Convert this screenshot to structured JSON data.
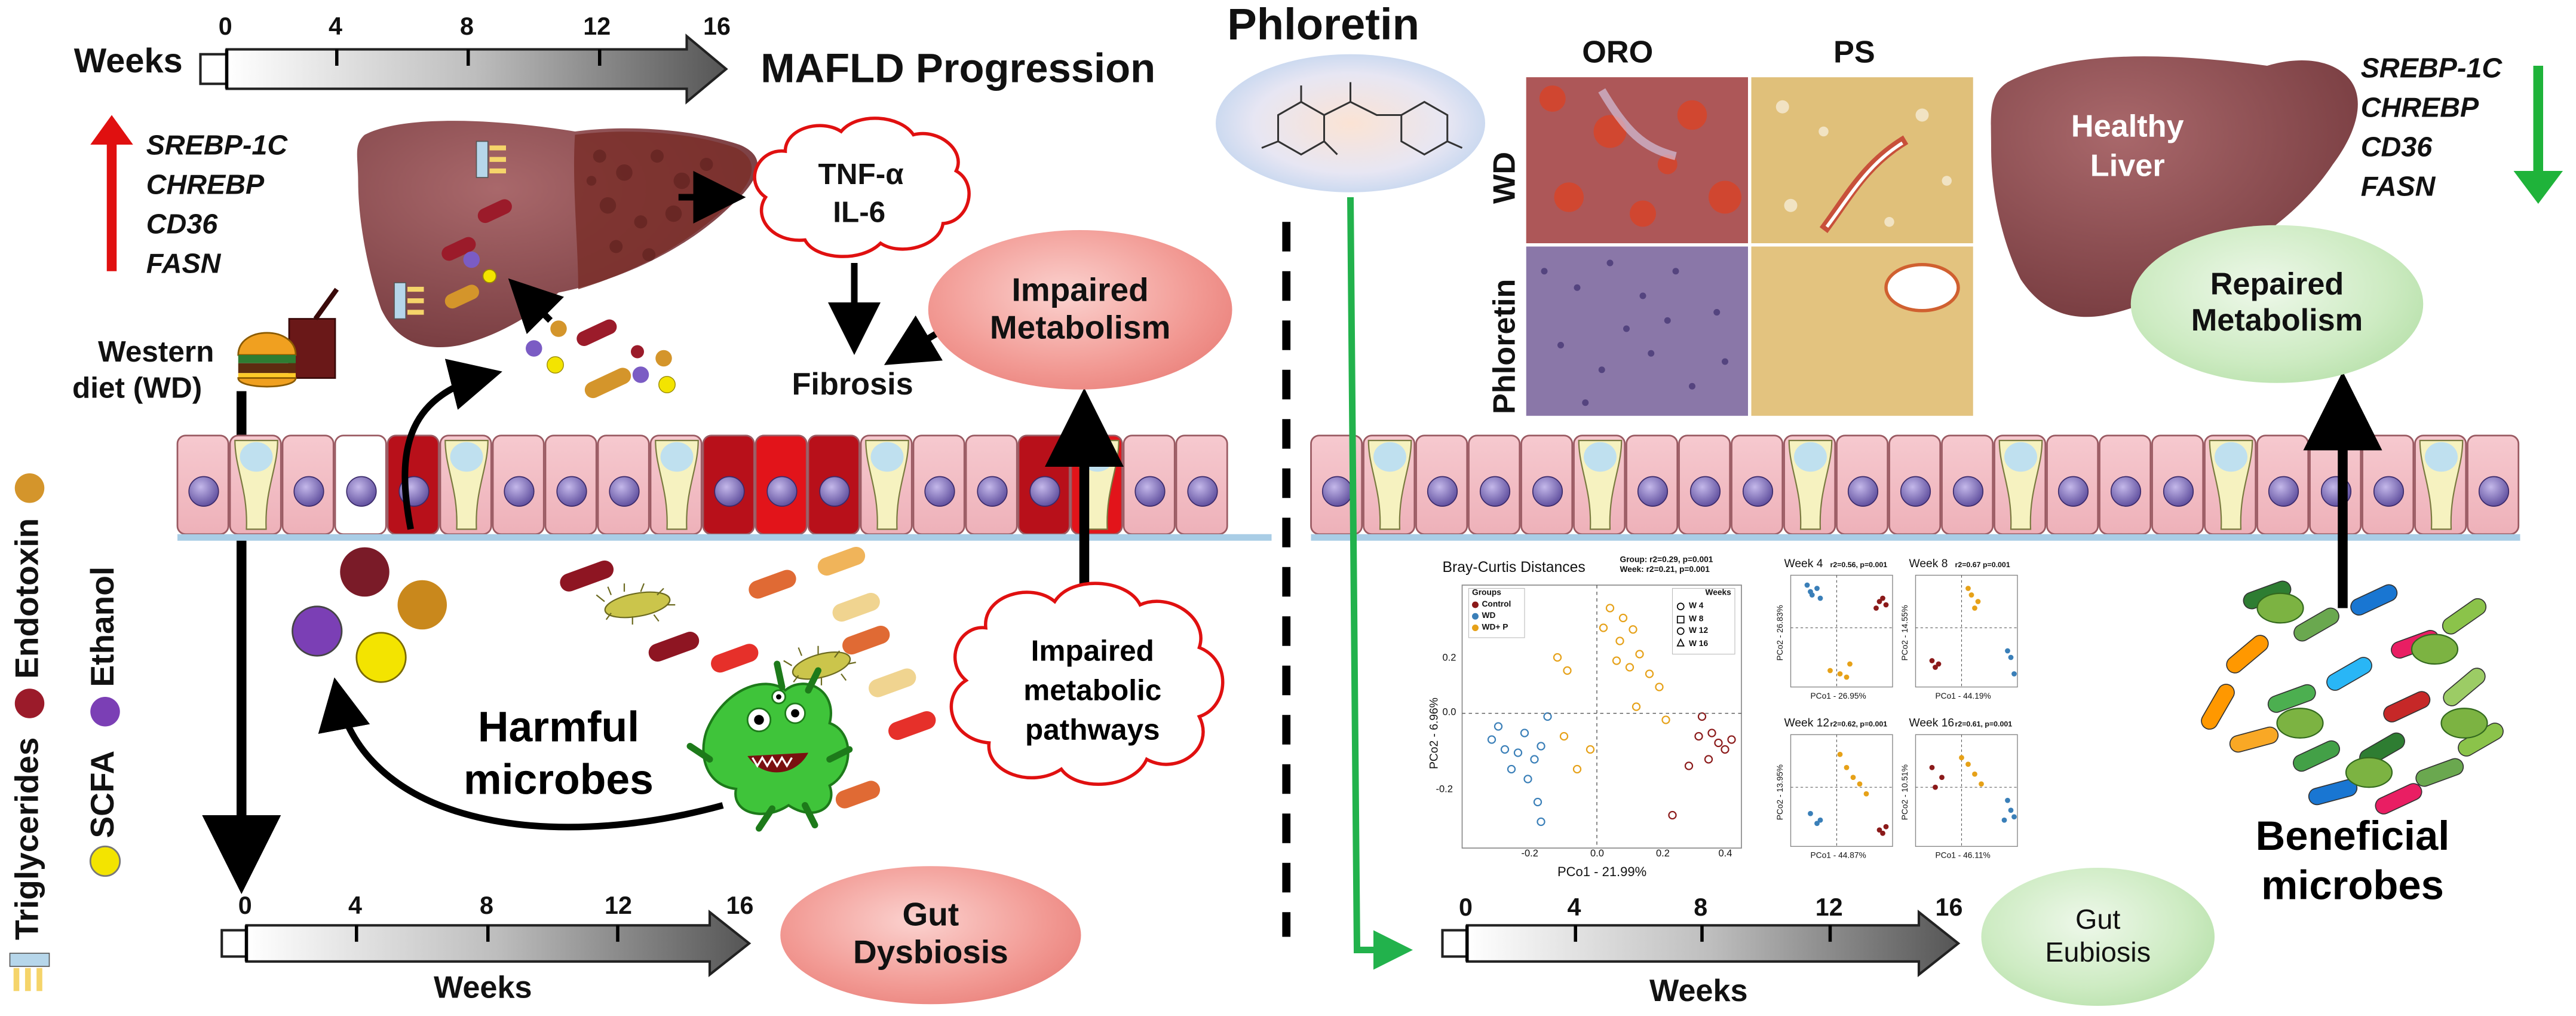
{
  "left": {
    "top_timeline": {
      "label": "Weeks",
      "ticks": [
        "0",
        "4",
        "8",
        "12",
        "16"
      ]
    },
    "title": "MAFLD Progression",
    "genes_up": [
      "SREBP-1C",
      "CHREBP",
      "CD36",
      "FASN"
    ],
    "diet_label_line1": "Western",
    "diet_label_line2": "diet (WD)",
    "inflammation_line1": "TNF-α",
    "inflammation_line2": "IL-6",
    "fibrosis": "Fibrosis",
    "impaired_metabolism_line1": "Impaired",
    "impaired_metabolism_line2": "Metabolism",
    "impaired_pathways_line1": "Impaired",
    "impaired_pathways_line2": "metabolic",
    "impaired_pathways_line3": "pathways",
    "harmful_line1": "Harmful",
    "harmful_line2": "microbes",
    "bottom_timeline": {
      "label": "Weeks",
      "ticks": [
        "0",
        "4",
        "8",
        "12",
        "16"
      ]
    },
    "dysbiosis_line1": "Gut",
    "dysbiosis_line2": "Dysbiosis"
  },
  "legend": {
    "triglycerides": "Triglycerides",
    "endotoxin": "Endotoxin",
    "ethanol": "Ethanol",
    "scfa": "SCFA"
  },
  "right": {
    "phloretin_title": "Phloretin",
    "histology": {
      "col1": "ORO",
      "col2": "PS",
      "row1": "WD",
      "row2": "Phloretin"
    },
    "healthy_liver_line1": "Healthy",
    "healthy_liver_line2": "Liver",
    "genes_down": [
      "SREBP-1C",
      "CHREBP",
      "CD36",
      "FASN"
    ],
    "repaired_line1": "Repaired",
    "repaired_line2": "Metabolism",
    "beneficial_line1": "Beneficial",
    "beneficial_line2": "microbes",
    "eubiosis_line1": "Gut",
    "eubiosis_line2": "Eubiosis",
    "bottom_timeline": {
      "label": "Weeks",
      "ticks": [
        "0",
        "4",
        "8",
        "12",
        "16"
      ]
    }
  },
  "pcoa_main": {
    "title": "Bray-Curtis Distances",
    "stat_line1": "Group: r2=0.29, p=0.001",
    "stat_line2": "Week: r2=0.21, p=0.001",
    "groups_title": "Groups",
    "groups": [
      "Control",
      "WD",
      "WD+ P"
    ],
    "weeks_title": "Weeks",
    "weeks": [
      "W 4",
      "W 8",
      "W 12",
      "W 16"
    ],
    "xlabel": "PCo1 - 21.99%",
    "ylabel": "PCo2 - 6.96%",
    "xticks": [
      "-0.2",
      "0.0",
      "0.2",
      "0.4"
    ],
    "yticks": [
      "0.2",
      "0.0",
      "-0.2"
    ]
  },
  "pcoa_small": [
    {
      "title": "Week 4",
      "stat": "r2=0.56, p=0.001",
      "xlabel": "PCo1 - 26.95%",
      "ylabel": "PCo2 - 26.83%"
    },
    {
      "title": "Week 8",
      "stat": "r2=0.67 p=0.001",
      "xlabel": "PCo1 - 44.19%",
      "ylabel": "PCo2 - 14.55%"
    },
    {
      "title": "Week 12",
      "stat": "r2=0.62, p=0.001",
      "xlabel": "PCo1 - 44.87%",
      "ylabel": "PCo2 - 13.95%"
    },
    {
      "title": "Week 16",
      "stat": "r2=0.61, p=0.001",
      "xlabel": "PCo1 - 46.11%",
      "ylabel": "PCo2 - 10.51%"
    }
  ],
  "colors": {
    "control": "#8b1a1a",
    "wd": "#3a7fb8",
    "wdp": "#e6a118",
    "up_arrow": "#e01010",
    "down_arrow": "#1fb33a",
    "liver": "#8a4b4f"
  }
}
